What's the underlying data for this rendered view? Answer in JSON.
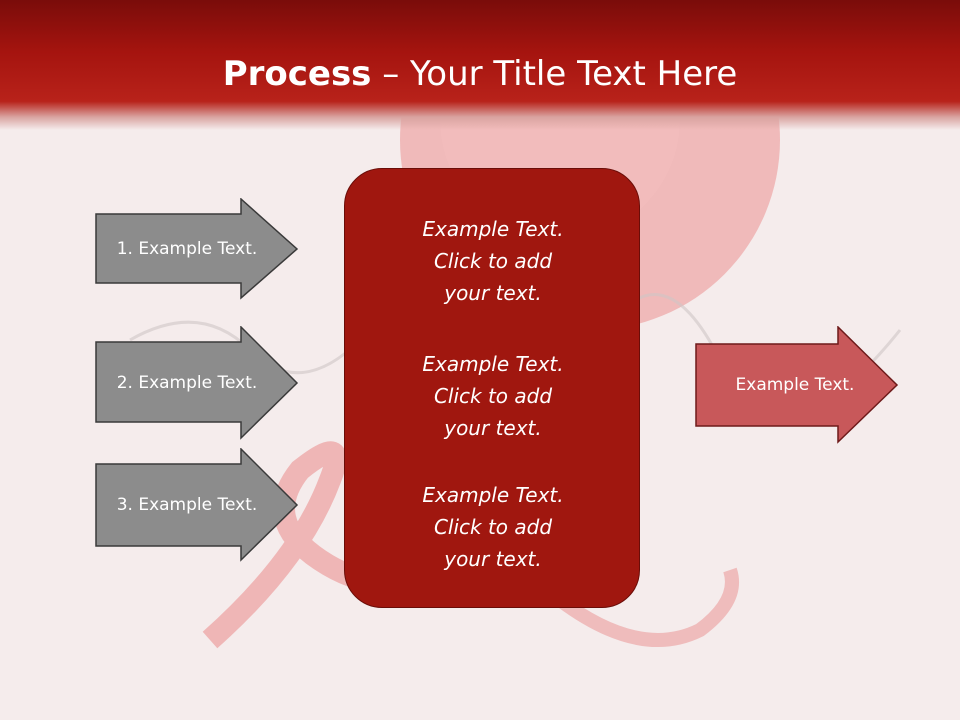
{
  "title": {
    "bold": "Process",
    "rest": " – Your Title Text Here"
  },
  "left_arrows": [
    {
      "label": "1. Example Text."
    },
    {
      "label": "2. Example Text."
    },
    {
      "label": "3. Example Text."
    }
  ],
  "center_box": {
    "blocks": [
      {
        "lines": [
          "Example Text.",
          "Click  to add",
          "your text."
        ]
      },
      {
        "lines": [
          "Example Text.",
          "Click  to add",
          "your text."
        ]
      },
      {
        "lines": [
          "Example Text.",
          "Click  to add",
          "your text."
        ]
      }
    ]
  },
  "right_arrow": {
    "label": "Example Text."
  },
  "colors": {
    "title_bar": "#a5140f",
    "left_arrow_fill": "#8c8c8c",
    "center_box_fill": "#a0170f",
    "right_arrow_fill": "#c8585a"
  }
}
